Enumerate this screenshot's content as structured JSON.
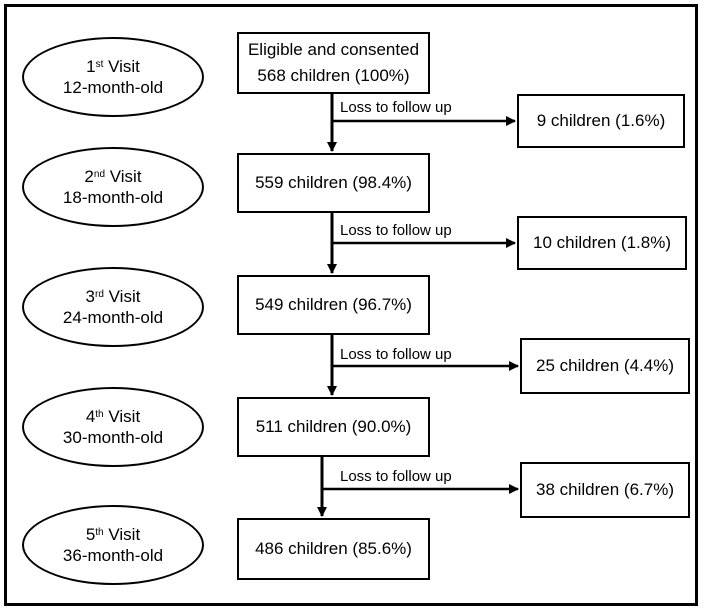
{
  "visits": [
    {
      "num": "1",
      "suffix": "st",
      "word": "Visit",
      "age": "12-month-old"
    },
    {
      "num": "2",
      "suffix": "nd",
      "word": "Visit",
      "age": "18-month-old"
    },
    {
      "num": "3",
      "suffix": "rd",
      "word": "Visit",
      "age": "24-month-old"
    },
    {
      "num": "4",
      "suffix": "th",
      "word": "Visit",
      "age": "30-month-old"
    },
    {
      "num": "5",
      "suffix": "th",
      "word": "Visit",
      "age": "36-month-old"
    }
  ],
  "main_boxes": [
    {
      "line1": "Eligible and consented",
      "line2": "568 children (100%)"
    },
    {
      "line1": "559 children (98.4%)"
    },
    {
      "line1": "549 children (96.7%)"
    },
    {
      "line1": "511 children (90.0%)"
    },
    {
      "line1": "486 children (85.6%)"
    }
  ],
  "loss_label": "Loss to follow up",
  "loss_boxes": [
    "9 children (1.6%)",
    "10 children (1.8%)",
    "25 children (4.4%)",
    "38 children (6.7%)"
  ]
}
